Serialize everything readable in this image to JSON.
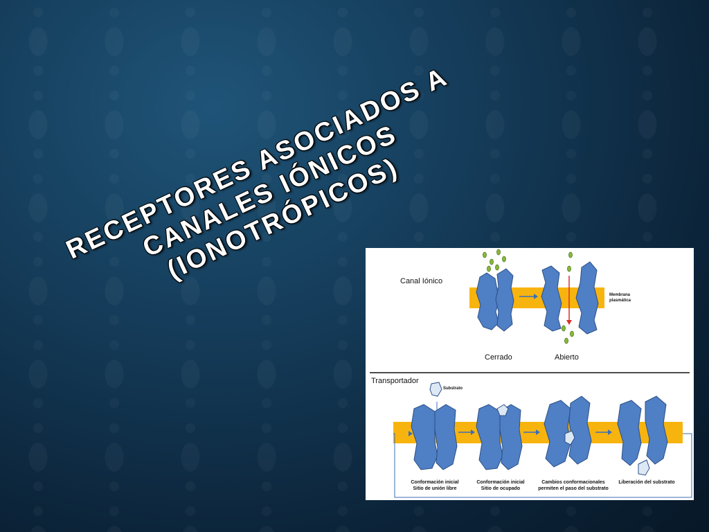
{
  "slide": {
    "title_lines": [
      "RECEPTORES ASOCIADOS A",
      "CANALES IÓNICOS",
      "(IONOTRÓPICOS)"
    ]
  },
  "figure": {
    "channel": {
      "section_label": "Canal Iónico",
      "membrane_label_1": "Membrana",
      "membrane_label_2": "plasmática",
      "state_closed": "Cerrado",
      "state_open": "Abierto"
    },
    "transporter": {
      "section_label": "Transportador",
      "substrate_label": "Substrato",
      "steps": [
        {
          "line1": "Conformación inicial",
          "line2": "Sitio de unión libre"
        },
        {
          "line1": "Conformación inicial",
          "line2": "Sitio de ocupado"
        },
        {
          "line1": "Cambios conformacionales",
          "line2": "permiten el paso del substrato"
        },
        {
          "line1": "Liberación del substrato",
          "line2": ""
        }
      ]
    },
    "colors": {
      "membrane": "#f8b40e",
      "protein": "#4f7fc4",
      "protein_edge": "#2b4f86",
      "ion": "#8ab83a",
      "arrow_red": "#d9302a",
      "arrow_blue": "#3b6fb5",
      "substrate": "#dde8f5"
    }
  }
}
